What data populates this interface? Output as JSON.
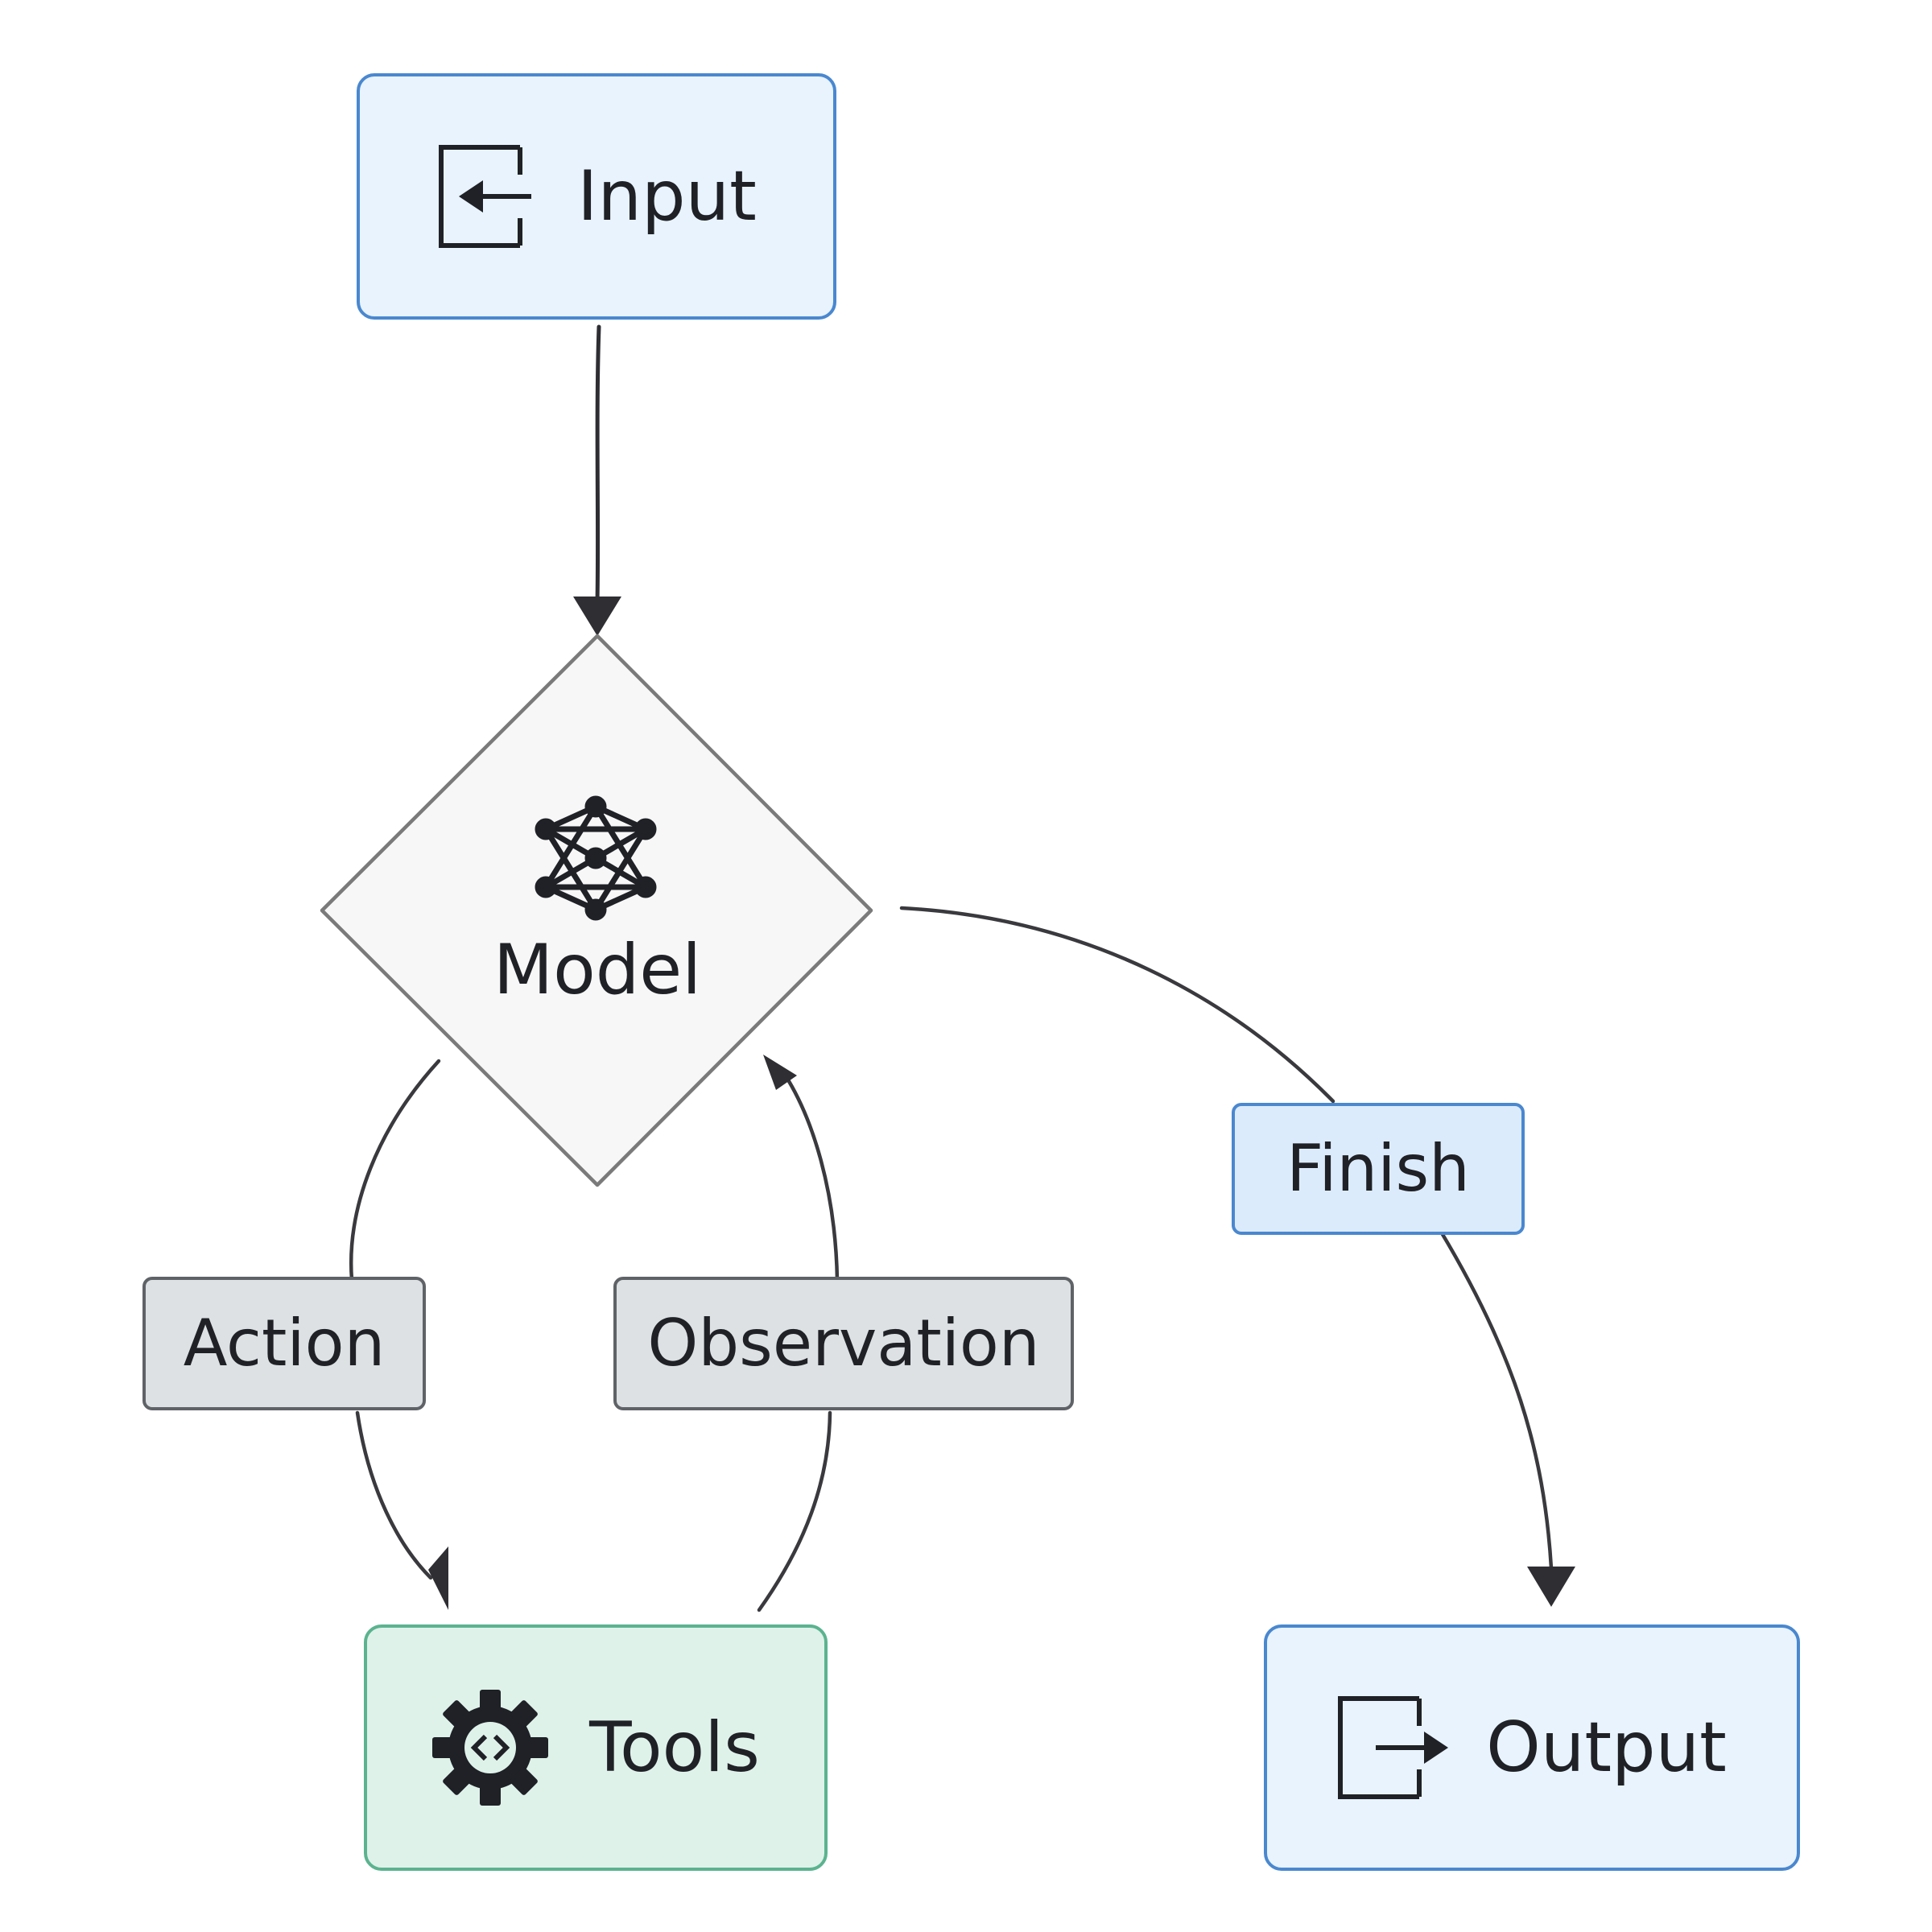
{
  "colors": {
    "ink": "#1f2126",
    "edge": "#2e2e33",
    "input_fill": "#e8f3fd",
    "input_stroke": "#4a88cf",
    "model_fill": "#f7f7f7",
    "model_stroke": "#7a7a7a",
    "tools_fill": "#dff2ea",
    "tools_stroke": "#5bb38f",
    "output_fill": "#e8f3fd",
    "output_stroke": "#4a88cf",
    "finish_fill": "#dcebfb",
    "finish_stroke": "#4a88cf",
    "gray_label_fill": "#dde1e4",
    "gray_label_stroke": "#5f6266"
  },
  "nodes": {
    "input": {
      "label": "Input",
      "icon": "login-arrow-icon"
    },
    "model": {
      "label": "Model",
      "icon": "neural-network-icon"
    },
    "tools": {
      "label": "Tools",
      "icon": "gear-code-icon"
    },
    "output": {
      "label": "Output",
      "icon": "logout-arrow-icon"
    }
  },
  "edges": {
    "action": {
      "label": "Action"
    },
    "observation": {
      "label": "Observation"
    },
    "finish": {
      "label": "Finish"
    }
  }
}
